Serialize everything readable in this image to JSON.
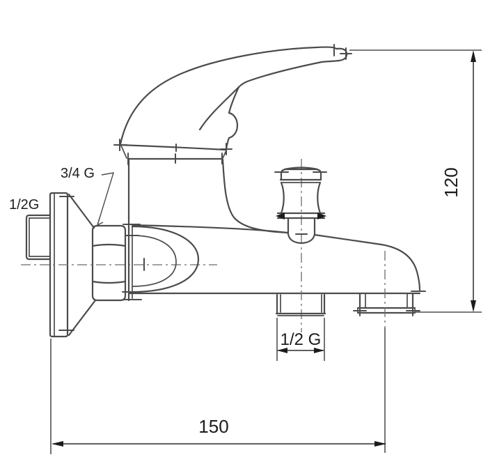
{
  "drawing": {
    "title": "wall-mounted-bath-mixer-technical-drawing",
    "labels": {
      "wall_thread": "1/2G",
      "nut_thread": "3/4 G",
      "spout_thread": "1/2 G"
    },
    "dimensions": {
      "height": "120",
      "depth": "150"
    },
    "colors": {
      "line": "#4b4b4b",
      "dimension": "#1c1c1c",
      "background": "#ffffff"
    }
  }
}
